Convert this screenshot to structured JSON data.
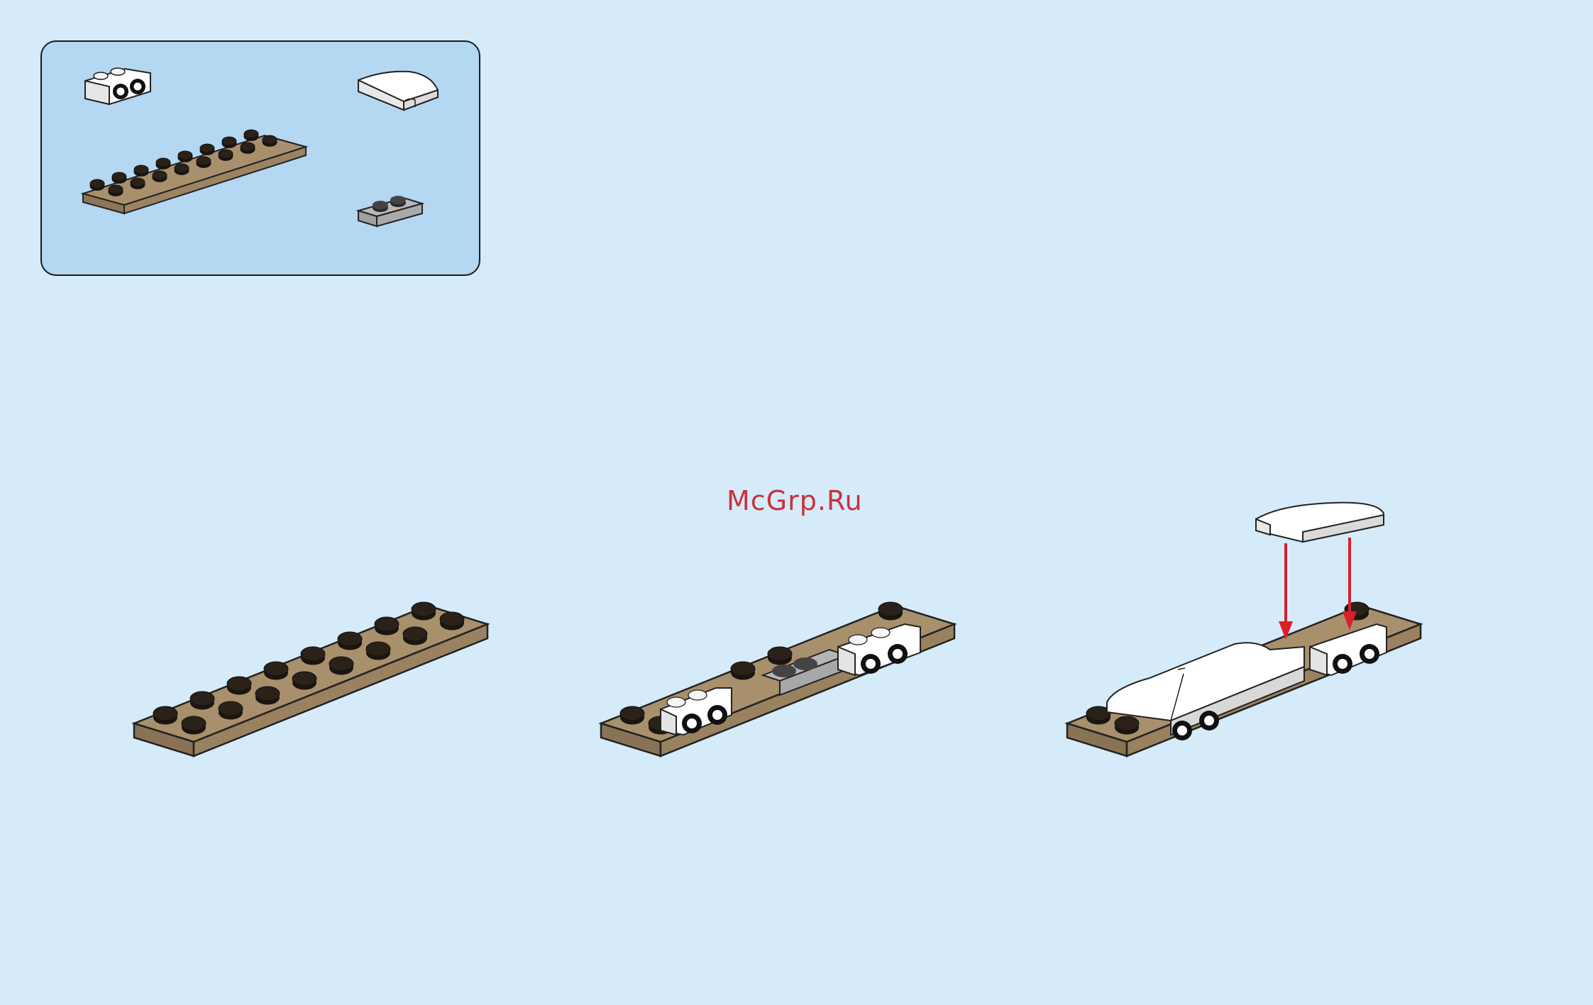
{
  "watermark": {
    "text": "McGrp.Ru",
    "color": "#c9323b"
  },
  "colors": {
    "background": "#d5ebfa",
    "parts_box": "#b4d7f2",
    "tan_plate": "#a8906c",
    "studs": "#2a2119",
    "white_brick": "#ffffff",
    "grey_brick": "#b4b4b4",
    "arrow": "#d8202c"
  },
  "parts_list": [
    {
      "name": "bracket-1x2-white",
      "color": "white"
    },
    {
      "name": "curved-slope-2x2-white",
      "color": "white"
    },
    {
      "name": "plate-2x8-dark-tan",
      "color": "dark-tan"
    },
    {
      "name": "plate-1x2-light-grey",
      "color": "light-grey"
    }
  ],
  "steps": [
    {
      "id": "step-1",
      "action": "place-base-plate"
    },
    {
      "id": "step-2",
      "action": "attach-brackets"
    },
    {
      "id": "step-3",
      "action": "add-curved-slopes",
      "arrows": 2
    }
  ]
}
